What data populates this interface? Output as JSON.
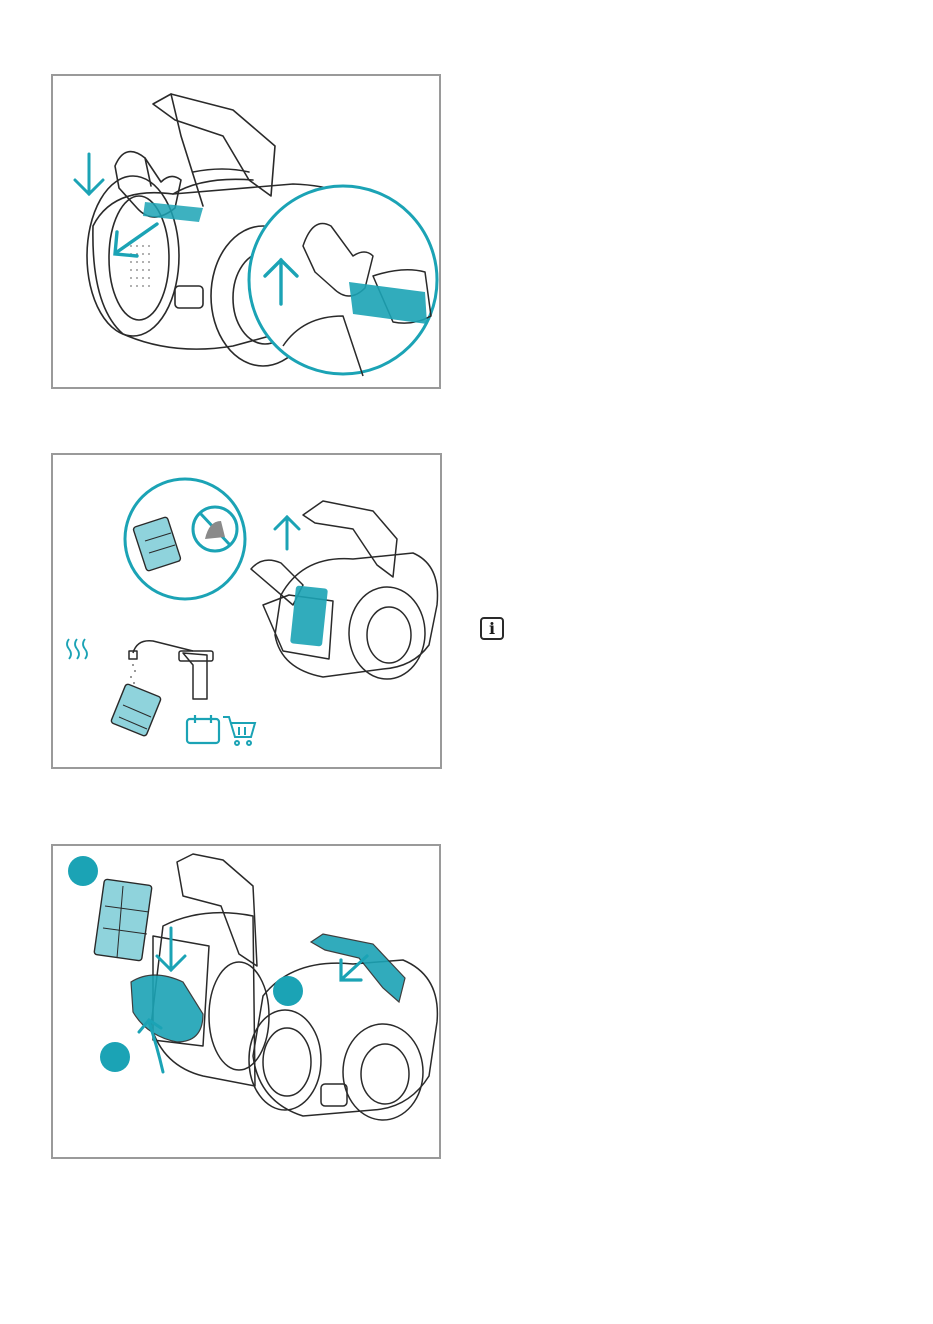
{
  "page": {
    "background": "#ffffff",
    "accent_color": "#1ba3b5",
    "line_color": "#2a2a2a",
    "frame_color": "#9a9a9a"
  },
  "panels": [
    {
      "id": "panel-1",
      "icons": [
        "vacuum-cleaner-body-icon",
        "hand-icon",
        "arrow-down-icon",
        "arrow-left-down-icon",
        "magnifier-circle-icon",
        "arrow-up-icon"
      ]
    },
    {
      "id": "panel-2",
      "icons": [
        "no-touch-circle-icon",
        "filter-icon",
        "arrow-up-icon",
        "water-tap-icon",
        "heat-waves-icon",
        "calendar-icon",
        "shopping-cart-icon"
      ]
    },
    {
      "id": "panel-3",
      "steps": [
        {
          "label": ""
        },
        {
          "label": ""
        },
        {
          "label": ""
        }
      ],
      "icons": [
        "filter-icon",
        "arrow-down-icon",
        "arrow-up-icon",
        "lid-closing-icon"
      ]
    }
  ],
  "info_icon": {
    "glyph": "i",
    "name": "info-icon"
  }
}
